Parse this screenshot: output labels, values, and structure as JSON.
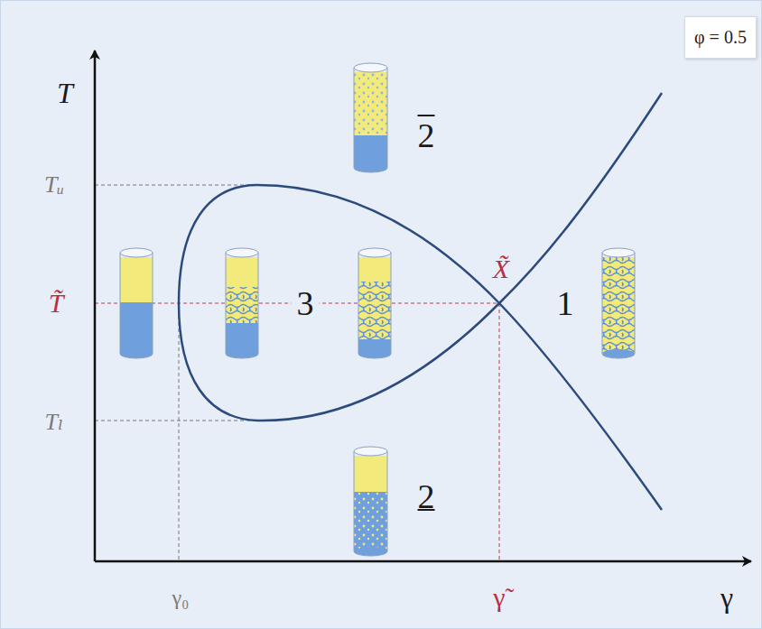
{
  "diagram": {
    "nodes": [
      {
        "text": [
          "φ = 0.5"
        ]
      }
    ],
    "labels": [
      "T",
      "Tᵤ",
      "T̃",
      "Tₗ",
      "γ₀",
      "γ̃",
      "γ",
      "X̃",
      "3",
      "1",
      "2",
      "2"
    ]
  }
}
